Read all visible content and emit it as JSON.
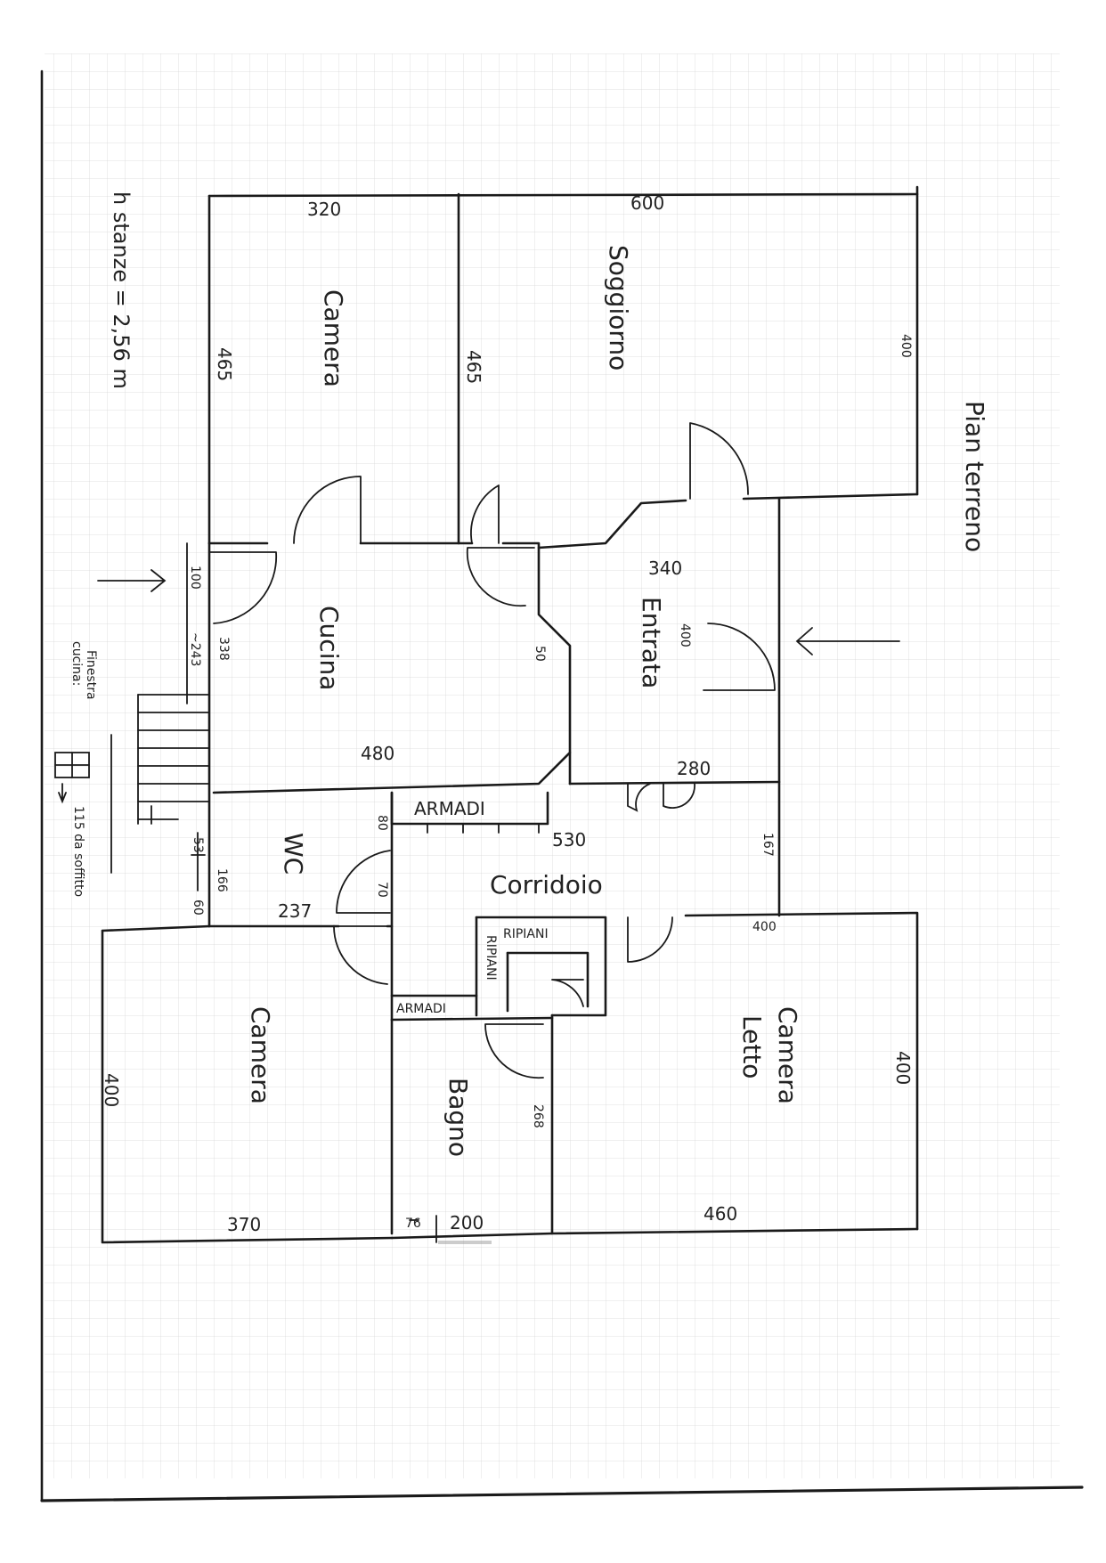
{
  "plan": {
    "title": "Pian terreno",
    "height_note": "h stanze = 2,56 m",
    "window_note_1": "Finestra",
    "window_note_2": "cucina:",
    "window_note_3": "115 da soffitto",
    "rooms": {
      "camera_top": "Camera",
      "soggiorno": "Soggiorno",
      "cucina": "Cucina",
      "entrata": "Entrata",
      "wc": "WC",
      "corridoio": "Corridoio",
      "camera_bottom": "Camera",
      "bagno": "Bagno",
      "camera_letto_1": "Camera",
      "camera_letto_2": "Letto"
    },
    "labels": {
      "armadi_top": "ARMADI",
      "armadi_bottom": "ARMADI",
      "ripiani_h": "RIPIANI",
      "ripiani_v": "RIPIANI"
    },
    "dimensions": {
      "camera_top_width": "320",
      "camera_top_depth": "465",
      "soggiorno_width": "600",
      "soggiorno_depth": "465",
      "soggiorno_right": "400",
      "entrata_width": "340",
      "entrata_depth": "400",
      "entrata_bottom": "280",
      "cucina_side": "338",
      "cucina_door": "100",
      "cucina_step": "~243",
      "cucina_bottom": "480",
      "chamfer": "50",
      "wc_side": "166",
      "wc_small_1": "53",
      "wc_small_2": "60",
      "wc_bottom": "237",
      "wc_door": "70",
      "armadi_depth": "80",
      "corridoio_length": "530",
      "corridoio_right": "167",
      "camera_letto_top": "400",
      "camera_letto_right": "400",
      "camera_letto_bottom": "460",
      "camera_bottom_side": "400",
      "camera_bottom_width": "370",
      "bagno_side": "268",
      "bagno_small": "76",
      "bagno_width": "200"
    }
  }
}
